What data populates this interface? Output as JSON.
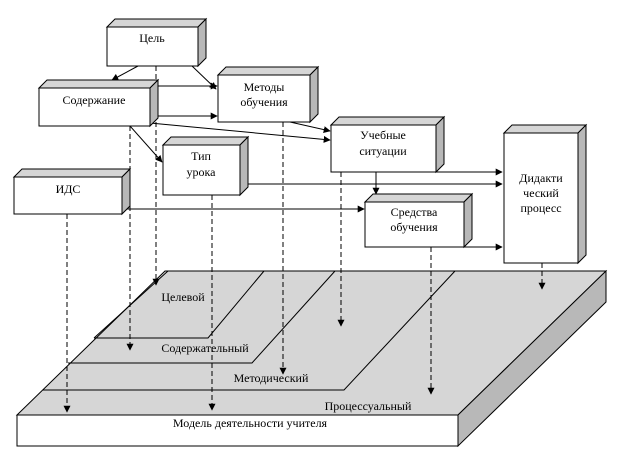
{
  "boxes": {
    "goal": "Цель",
    "content": "Содержание",
    "methods": [
      "Методы",
      "обучения"
    ],
    "situations": [
      "Учебные",
      "ситуации"
    ],
    "lesson_type": [
      "Тип",
      "урока"
    ],
    "ids": "ИДС",
    "means": [
      "Средства",
      "обучения"
    ],
    "didactic": [
      "Дидакти",
      "ческий",
      "процесс"
    ]
  },
  "levels": {
    "target": "Целевой",
    "content": "Содержательный",
    "methodical": "Методический",
    "process": "Процессуальный"
  },
  "base_label": "Модель деятельности учителя"
}
